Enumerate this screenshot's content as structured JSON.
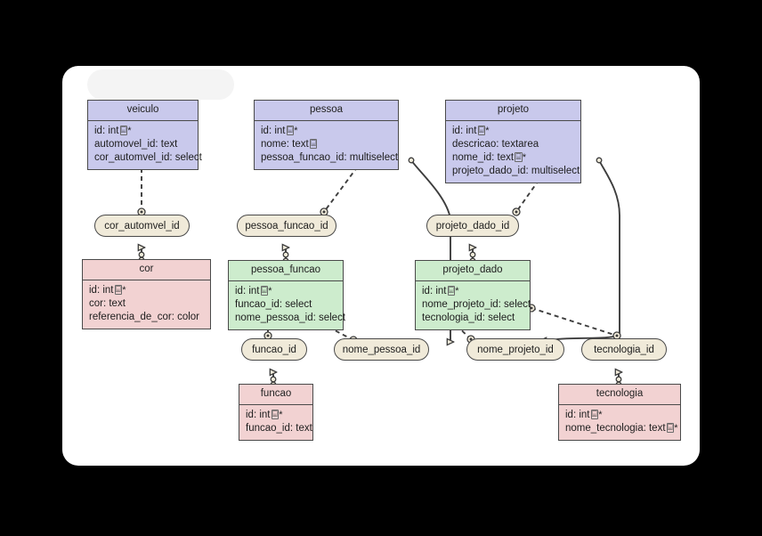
{
  "canvas": {
    "background_color": "#000000",
    "card_color": "#ffffff"
  },
  "palette": {
    "purple_table": "#c9c9ec",
    "pink_table": "#f2d2d2",
    "green_table": "#cdeccd",
    "oval_node": "#f0ead9",
    "border": "#4a4a4a",
    "text": "#1d1d1d"
  },
  "tables": [
    {
      "id": "veiculo",
      "title": "veiculo",
      "color": "purple",
      "fields": [
        {
          "text": "id: int",
          "key": true,
          "required": true
        },
        {
          "text": "automovel_id: text",
          "key": false,
          "required": false
        },
        {
          "text": "cor_automvel_id: select",
          "key": false,
          "required": false
        }
      ]
    },
    {
      "id": "pessoa",
      "title": "pessoa",
      "color": "purple",
      "fields": [
        {
          "text": "id: int",
          "key": true,
          "required": true
        },
        {
          "text": "nome: text",
          "key": true,
          "required": false
        },
        {
          "text": "pessoa_funcao_id: multiselect",
          "key": false,
          "required": false
        }
      ]
    },
    {
      "id": "projeto",
      "title": "projeto",
      "color": "purple",
      "fields": [
        {
          "text": "id: int",
          "key": true,
          "required": true
        },
        {
          "text": "descricao: textarea",
          "key": false,
          "required": false
        },
        {
          "text": "nome_id: text",
          "key": true,
          "required": true
        },
        {
          "text": "projeto_dado_id: multiselect",
          "key": false,
          "required": false
        }
      ]
    },
    {
      "id": "cor",
      "title": "cor",
      "color": "pink",
      "fields": [
        {
          "text": "id: int",
          "key": true,
          "required": true
        },
        {
          "text": "cor: text",
          "key": false,
          "required": false
        },
        {
          "text": "referencia_de_cor: color",
          "key": false,
          "required": false
        }
      ]
    },
    {
      "id": "pessoa_funcao",
      "title": "pessoa_funcao",
      "color": "green",
      "fields": [
        {
          "text": "id: int",
          "key": true,
          "required": true
        },
        {
          "text": "funcao_id: select",
          "key": false,
          "required": false
        },
        {
          "text": "nome_pessoa_id: select",
          "key": false,
          "required": false
        }
      ]
    },
    {
      "id": "projeto_dado",
      "title": "projeto_dado",
      "color": "green",
      "fields": [
        {
          "text": "id: int",
          "key": true,
          "required": true
        },
        {
          "text": "nome_projeto_id: select",
          "key": false,
          "required": false
        },
        {
          "text": "tecnologia_id: select",
          "key": false,
          "required": false
        }
      ]
    },
    {
      "id": "funcao",
      "title": "funcao",
      "color": "pink",
      "fields": [
        {
          "text": "id: int",
          "key": true,
          "required": true
        },
        {
          "text": "funcao_id: text",
          "key": false,
          "required": false
        }
      ]
    },
    {
      "id": "tecnologia",
      "title": "tecnologia",
      "color": "pink",
      "fields": [
        {
          "text": "id: int",
          "key": true,
          "required": true
        },
        {
          "text": "nome_tecnologia: text",
          "key": true,
          "required": true
        }
      ]
    }
  ],
  "ovals": [
    {
      "id": "cor_automvel_id",
      "label": "cor_automvel_id"
    },
    {
      "id": "pessoa_funcao_id",
      "label": "pessoa_funcao_id"
    },
    {
      "id": "projeto_dado_id",
      "label": "projeto_dado_id"
    },
    {
      "id": "funcao_id",
      "label": "funcao_id"
    },
    {
      "id": "nome_pessoa_id",
      "label": "nome_pessoa_id"
    },
    {
      "id": "nome_projeto_id",
      "label": "nome_projeto_id"
    },
    {
      "id": "tecnologia_id",
      "label": "tecnologia_id"
    }
  ],
  "connections": [
    {
      "from": "veiculo",
      "to": "cor_automvel_id",
      "style": "dashed"
    },
    {
      "from": "cor_automvel_id",
      "to": "cor",
      "style": "solid"
    },
    {
      "from": "pessoa",
      "to": "pessoa_funcao_id",
      "style": "dashed"
    },
    {
      "from": "pessoa_funcao_id",
      "to": "pessoa_funcao",
      "style": "solid"
    },
    {
      "from": "pessoa",
      "to": "nome_pessoa_id",
      "style": "solid"
    },
    {
      "from": "pessoa_funcao",
      "to": "funcao_id",
      "style": "dashed"
    },
    {
      "from": "pessoa_funcao",
      "to": "nome_pessoa_id",
      "style": "dashed"
    },
    {
      "from": "funcao_id",
      "to": "funcao",
      "style": "solid"
    },
    {
      "from": "projeto",
      "to": "projeto_dado_id",
      "style": "dashed"
    },
    {
      "from": "projeto_dado_id",
      "to": "projeto_dado",
      "style": "solid"
    },
    {
      "from": "projeto",
      "to": "nome_projeto_id",
      "style": "solid"
    },
    {
      "from": "projeto_dado",
      "to": "nome_projeto_id",
      "style": "dashed"
    },
    {
      "from": "projeto_dado",
      "to": "tecnologia_id",
      "style": "dashed"
    },
    {
      "from": "tecnologia_id",
      "to": "tecnologia",
      "style": "solid"
    }
  ]
}
